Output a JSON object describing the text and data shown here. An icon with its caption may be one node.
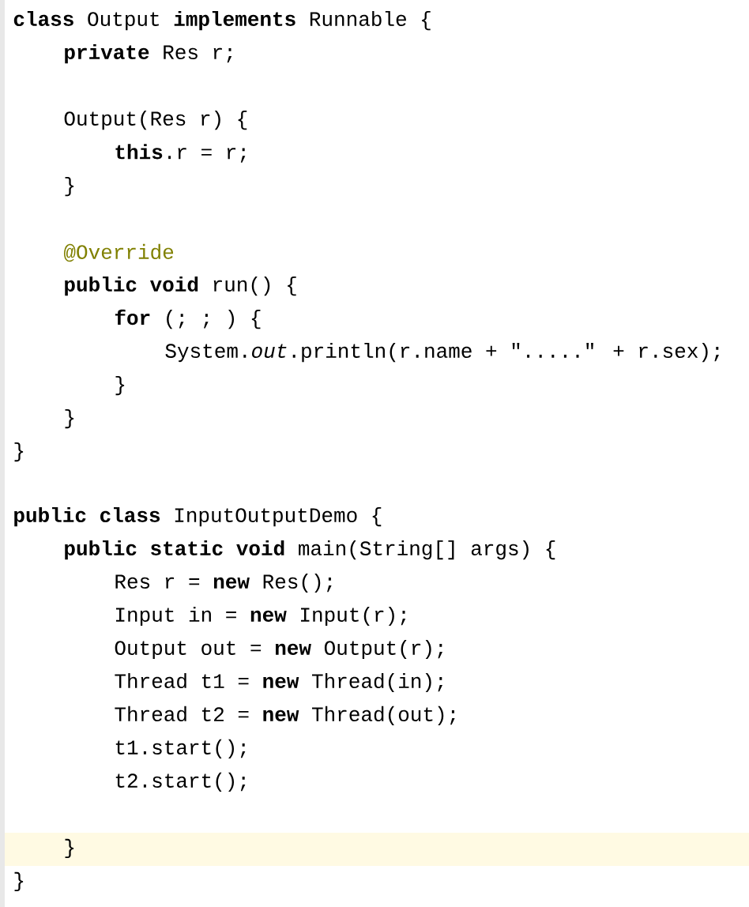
{
  "diagram": {
    "labels": [
      "**class** Output **implements** Runnable {",
      "**private** Res r;",
      "Output(Res r) {",
      "**this**.r = r;",
      "}",
      "@Override",
      "**public void** run() {",
      "**for** (; ; ) {",
      "System.*out*.println(r.name + \".....\" + r.sex);",
      "}",
      "}",
      "}",
      "**public class** InputOutputDemo {",
      "**public static void** main(String[] args) {",
      "Res r = **new** Res();",
      "Input in = **new** Input(r);",
      "Output out = **new** Output(r);",
      "Thread t1 = **new** Thread(in);",
      "Thread t2 = **new** Thread(out);",
      "t1.start();",
      "t2.start();",
      "}",
      "}"
    ]
  }
}
